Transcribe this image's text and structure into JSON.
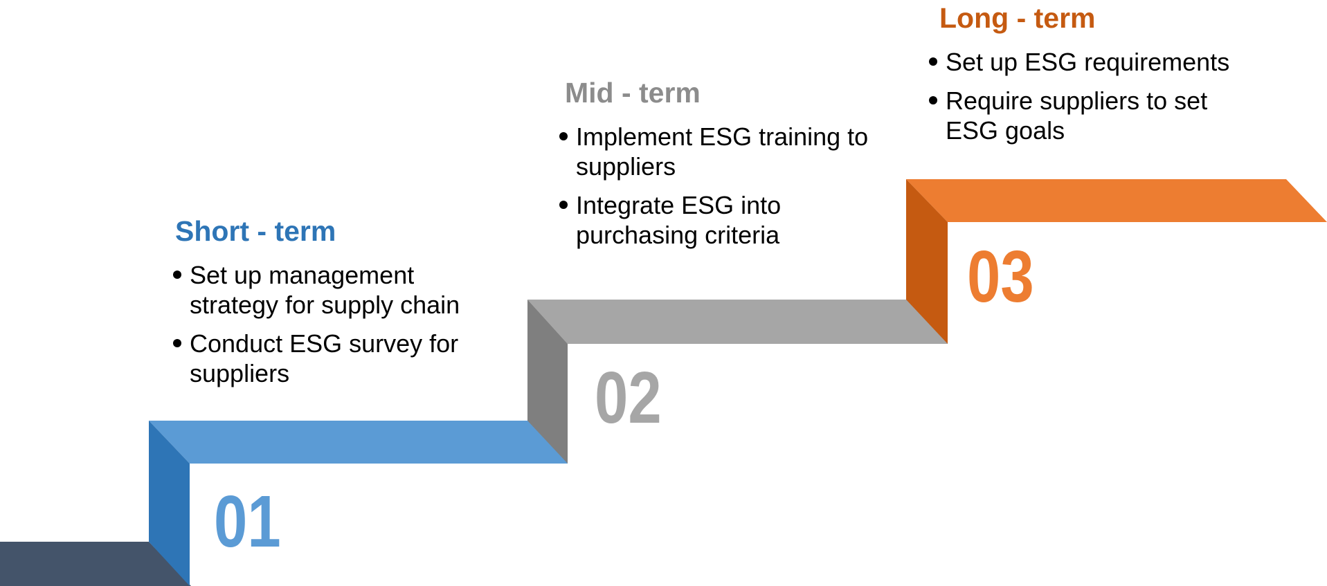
{
  "diagram": {
    "title": "ESG supply-chain roadmap staircase",
    "background": "#FFFFFF",
    "text_color": "#000000",
    "base": {
      "label": "base-step",
      "color": "#44546A"
    },
    "steps": [
      {
        "number": "01",
        "title": "Short - term",
        "bullets": [
          "Set up management strategy for supply chain",
          "Conduct ESG survey for suppliers"
        ],
        "colors": {
          "tread": "#5B9BD5",
          "riser": "#2E75B6",
          "title": "#2E75B6",
          "number": "#5B9BD5"
        }
      },
      {
        "number": "02",
        "title": "Mid - term",
        "bullets": [
          "Implement ESG training to suppliers",
          "Integrate ESG into purchasing criteria"
        ],
        "colors": {
          "tread": "#A6A6A6",
          "riser": "#7F7F7F",
          "title": "#8C8C8C",
          "number": "#A6A6A6"
        }
      },
      {
        "number": "03",
        "title": "Long - term",
        "bullets": [
          "Set up ESG requirements",
          "Require suppliers to set ESG goals"
        ],
        "colors": {
          "tread": "#ED7D31",
          "riser": "#C55A11",
          "title": "#C55A11",
          "number": "#ED7D31"
        }
      }
    ]
  }
}
